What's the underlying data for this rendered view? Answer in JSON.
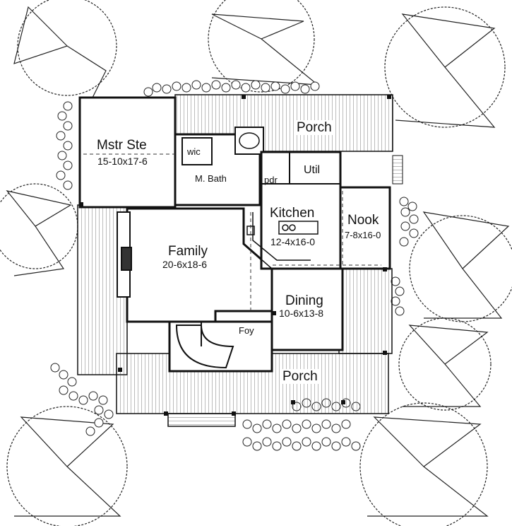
{
  "rooms": {
    "master_suite": {
      "name": "Mstr Ste",
      "dims": "15-10x17-6"
    },
    "wic": {
      "name": "wic"
    },
    "master_bath": {
      "name": "M. Bath"
    },
    "powder": {
      "name": "pdr"
    },
    "utility": {
      "name": "Util"
    },
    "kitchen": {
      "name": "Kitchen",
      "dims": "12-4x16-0"
    },
    "nook": {
      "name": "Nook",
      "dims": "7-8x16-0"
    },
    "family": {
      "name": "Family",
      "dims": "20-6x18-6"
    },
    "dining": {
      "name": "Dining",
      "dims": "10-6x13-8"
    },
    "foyer": {
      "name": "Foy"
    },
    "porch_rear": {
      "name": "Porch"
    },
    "porch_front": {
      "name": "Porch"
    }
  },
  "colors": {
    "ink": "#111111",
    "hatch": "#555555",
    "paper": "#ffffff"
  }
}
